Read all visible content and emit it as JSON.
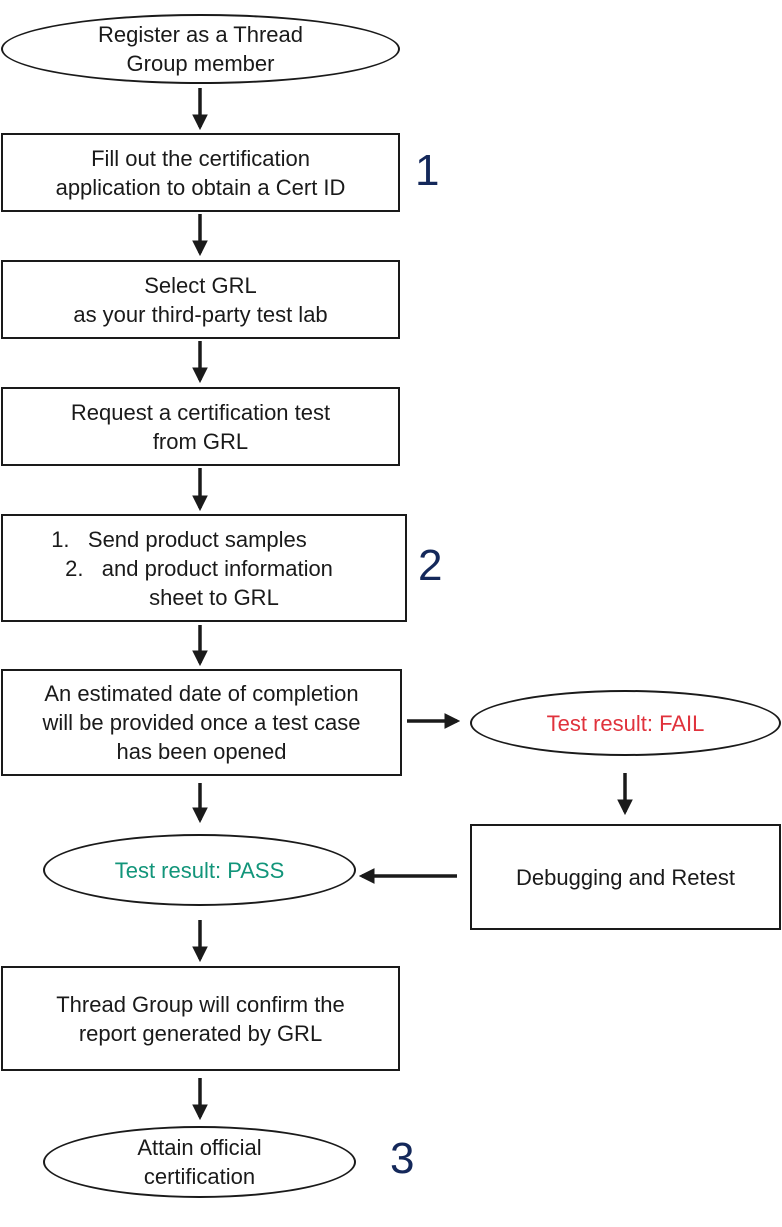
{
  "diagram": {
    "register": [
      "Register as a Thread",
      "Group member"
    ],
    "fill_application": [
      "Fill out the certification",
      "application to obtain a Cert ID"
    ],
    "select_grl": [
      "Select GRL",
      "as your third-party test lab"
    ],
    "request_test": [
      "Request a certification test",
      "from GRL"
    ],
    "send_samples": {
      "items": [
        {
          "marker": "1.",
          "text": "Send product samples"
        },
        {
          "marker": "2.",
          "text": "and product information"
        }
      ],
      "continuation": "sheet to GRL"
    },
    "estimated_date": [
      "An estimated date of completion",
      "will be provided once a test case",
      "has been opened"
    ],
    "test_fail": "Test result: FAIL",
    "debugging": "Debugging and Retest",
    "test_pass": "Test result: PASS",
    "confirm_report": [
      "Thread Group will confirm the",
      "report generated by GRL"
    ],
    "attain_cert": [
      "Attain official",
      "certification"
    ],
    "stage_numbers": [
      "1",
      "2",
      "3"
    ],
    "colors": {
      "fail": "#e0323c",
      "pass": "#12957a",
      "stage_number": "#14285a",
      "line": "#1a1a1a"
    }
  }
}
